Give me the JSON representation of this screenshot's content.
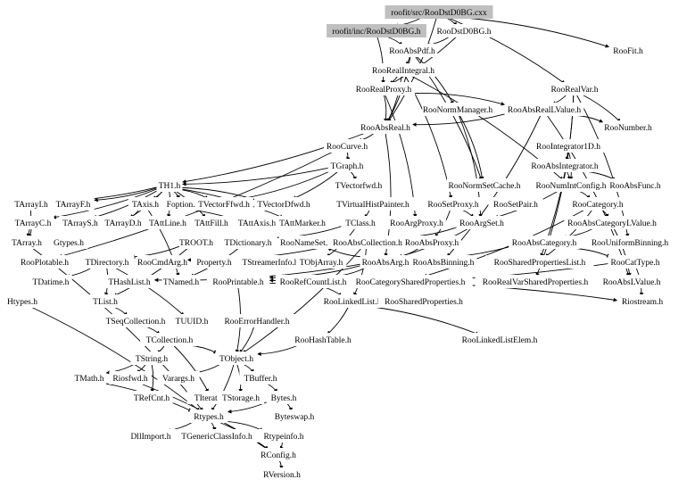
{
  "graph": {
    "nodes": [
      {
        "id": "cxx",
        "label": "roofit/src/RooDstD0BG.cxx",
        "highlight": true
      },
      {
        "id": "inc",
        "label": "roofit/inc/RooDstD0BG.h",
        "highlight": true
      },
      {
        "id": "RooDstD0BG",
        "label": "RooDstD0BG.h"
      },
      {
        "id": "RooAbsPdf",
        "label": "RooAbsPdf.h"
      },
      {
        "id": "RooFit",
        "label": "RooFit.h"
      },
      {
        "id": "RooRealIntegral",
        "label": "RooRealIntegral.h"
      },
      {
        "id": "RooRealProxy",
        "label": "RooRealProxy.h"
      },
      {
        "id": "RooRealVar",
        "label": "RooRealVar.h"
      },
      {
        "id": "RooNormManager",
        "label": "RooNormManager.h"
      },
      {
        "id": "RooAbsRealLValue",
        "label": "RooAbsRealLValue.h"
      },
      {
        "id": "RooAbsReal",
        "label": "RooAbsReal.h"
      },
      {
        "id": "RooNumber",
        "label": "RooNumber.h"
      },
      {
        "id": "RooCurve",
        "label": "RooCurve.h"
      },
      {
        "id": "RooIntegrator1D",
        "label": "RooIntegrator1D.h"
      },
      {
        "id": "TGraph",
        "label": "TGraph.h"
      },
      {
        "id": "RooAbsIntegrator",
        "label": "RooAbsIntegrator.h"
      },
      {
        "id": "TH1",
        "label": "TH1.h"
      },
      {
        "id": "TVectorfwd",
        "label": "TVectorfwd.h"
      },
      {
        "id": "RooNormSetCache",
        "label": "RooNormSetCache.h"
      },
      {
        "id": "RooNumIntConfig",
        "label": "RooNumIntConfig.h"
      },
      {
        "id": "RooAbsFunc",
        "label": "RooAbsFunc.h"
      },
      {
        "id": "TArrayI",
        "label": "TArrayI.h"
      },
      {
        "id": "TArrayF",
        "label": "TArrayF.h"
      },
      {
        "id": "TAxis",
        "label": "TAxis.h"
      },
      {
        "id": "Foption",
        "label": "Foption.h"
      },
      {
        "id": "TVectorFfwd",
        "label": "TVectorFfwd.h"
      },
      {
        "id": "TVectorDfwd",
        "label": "TVectorDfwd.h"
      },
      {
        "id": "TVirtualHistPainter",
        "label": "TVirtualHistPainter.h"
      },
      {
        "id": "RooSetProxy",
        "label": "RooSetProxy.h"
      },
      {
        "id": "RooSetPair",
        "label": "RooSetPair.h"
      },
      {
        "id": "RooCategory",
        "label": "RooCategory.h"
      },
      {
        "id": "TArrayC",
        "label": "TArrayC.h"
      },
      {
        "id": "TArrayS",
        "label": "TArrayS.h"
      },
      {
        "id": "TArrayD",
        "label": "TArrayD.h"
      },
      {
        "id": "TAttLine",
        "label": "TAttLine.h"
      },
      {
        "id": "TAttFill",
        "label": "TAttFill.h"
      },
      {
        "id": "TAttAxis",
        "label": "TAttAxis.h"
      },
      {
        "id": "TAttMarker",
        "label": "TAttMarker.h"
      },
      {
        "id": "TClass",
        "label": "TClass.h"
      },
      {
        "id": "RooArgProxy",
        "label": "RooArgProxy.h"
      },
      {
        "id": "RooArgSet",
        "label": "RooArgSet.h"
      },
      {
        "id": "RooAbsCategoryLValue",
        "label": "RooAbsCategoryLValue.h"
      },
      {
        "id": "TArray",
        "label": "TArray.h"
      },
      {
        "id": "Gtypes",
        "label": "Gtypes.h"
      },
      {
        "id": "TROOT",
        "label": "TROOT.h"
      },
      {
        "id": "TDictionary",
        "label": "TDictionary.h"
      },
      {
        "id": "RooNameSet",
        "label": "RooNameSet.h"
      },
      {
        "id": "RooAbsCollection",
        "label": "RooAbsCollection.h"
      },
      {
        "id": "RooAbsProxy",
        "label": "RooAbsProxy.h"
      },
      {
        "id": "RooAbsCategory",
        "label": "RooAbsCategory.h"
      },
      {
        "id": "RooUniformBinning",
        "label": "RooUniformBinning.h"
      },
      {
        "id": "RooPlotable",
        "label": "RooPlotable.h"
      },
      {
        "id": "TDirectory",
        "label": "TDirectory.h"
      },
      {
        "id": "RooCmdArg",
        "label": "RooCmdArg.h"
      },
      {
        "id": "Property",
        "label": "Property.h"
      },
      {
        "id": "TStreamerInfo",
        "label": "TStreamerInfo.h"
      },
      {
        "id": "TObjArray",
        "label": "TObjArray.h"
      },
      {
        "id": "RooAbsArg",
        "label": "RooAbsArg.h"
      },
      {
        "id": "RooAbsBinning",
        "label": "RooAbsBinning.h"
      },
      {
        "id": "RooSharedPropertiesList",
        "label": "RooSharedPropertiesList.h"
      },
      {
        "id": "RooCatType",
        "label": "RooCatType.h"
      },
      {
        "id": "TDatime",
        "label": "TDatime.h"
      },
      {
        "id": "THashList",
        "label": "THashList.h"
      },
      {
        "id": "TNamed",
        "label": "TNamed.h"
      },
      {
        "id": "RooPrintable",
        "label": "RooPrintable.h"
      },
      {
        "id": "RooRefCountList",
        "label": "RooRefCountList.h"
      },
      {
        "id": "RooCategorySharedProperties",
        "label": "RooCategorySharedProperties.h"
      },
      {
        "id": "RooRealVarSharedProperties",
        "label": "RooRealVarSharedProperties.h"
      },
      {
        "id": "RooAbsLValue",
        "label": "RooAbsLValue.h"
      },
      {
        "id": "Htypes",
        "label": "Htypes.h"
      },
      {
        "id": "TList",
        "label": "TList.h"
      },
      {
        "id": "RooLinkedList",
        "label": "RooLinkedList.h"
      },
      {
        "id": "RooSharedProperties",
        "label": "RooSharedProperties.h"
      },
      {
        "id": "Riostream",
        "label": "Riostream.h"
      },
      {
        "id": "TSeqCollection",
        "label": "TSeqCollection.h"
      },
      {
        "id": "TUUID",
        "label": "TUUID.h"
      },
      {
        "id": "RooErrorHandler",
        "label": "RooErrorHandler.h"
      },
      {
        "id": "TCollection",
        "label": "TCollection.h"
      },
      {
        "id": "RooHashTable",
        "label": "RooHashTable.h"
      },
      {
        "id": "RooLinkedListElem",
        "label": "RooLinkedListElem.h"
      },
      {
        "id": "TString",
        "label": "TString.h"
      },
      {
        "id": "TObject",
        "label": "TObject.h"
      },
      {
        "id": "TMath",
        "label": "TMath.h"
      },
      {
        "id": "Riosfwd",
        "label": "Riosfwd.h"
      },
      {
        "id": "Varargs",
        "label": "Varargs.h"
      },
      {
        "id": "TBuffer",
        "label": "TBuffer.h"
      },
      {
        "id": "TRefCnt",
        "label": "TRefCnt.h"
      },
      {
        "id": "TIterator",
        "label": "TIterator.h"
      },
      {
        "id": "TStorage",
        "label": "TStorage.h"
      },
      {
        "id": "Bytes",
        "label": "Bytes.h"
      },
      {
        "id": "Rtypes",
        "label": "Rtypes.h"
      },
      {
        "id": "Byteswap",
        "label": "Byteswap.h"
      },
      {
        "id": "DllImport",
        "label": "DllImport.h"
      },
      {
        "id": "TGenericClassInfo",
        "label": "TGenericClassInfo.h"
      },
      {
        "id": "Rtypeinfo",
        "label": "Rtypeinfo.h"
      },
      {
        "id": "RConfig",
        "label": "RConfig.h"
      },
      {
        "id": "RVersion",
        "label": "RVersion.h"
      }
    ],
    "edges": [
      [
        "cxx",
        "inc"
      ],
      [
        "cxx",
        "RooDstD0BG"
      ],
      [
        "cxx",
        "RooFit"
      ],
      [
        "cxx",
        "RooRealVar"
      ],
      [
        "cxx",
        "RooAbsReal"
      ],
      [
        "inc",
        "RooAbsPdf"
      ],
      [
        "inc",
        "RooRealProxy"
      ],
      [
        "RooDstD0BG",
        "RooAbsPdf"
      ],
      [
        "RooDstD0BG",
        "RooRealProxy"
      ],
      [
        "RooAbsPdf",
        "RooRealIntegral"
      ],
      [
        "RooAbsPdf",
        "RooNormManager"
      ],
      [
        "RooAbsPdf",
        "RooAbsReal"
      ],
      [
        "RooAbsPdf",
        "RooNormSetCache"
      ],
      [
        "RooRealIntegral",
        "RooRealProxy"
      ],
      [
        "RooRealIntegral",
        "RooAbsReal"
      ],
      [
        "RooRealIntegral",
        "RooSetProxy"
      ],
      [
        "RooRealIntegral",
        "RooNumIntConfig"
      ],
      [
        "RooRealProxy",
        "RooAbsRealLValue"
      ],
      [
        "RooRealProxy",
        "RooArgProxy"
      ],
      [
        "RooRealProxy",
        "RooAbsReal"
      ],
      [
        "RooRealVar",
        "RooAbsRealLValue"
      ],
      [
        "RooRealVar",
        "RooNumber"
      ],
      [
        "RooRealVar",
        "RooUniformBinning"
      ],
      [
        "RooRealVar",
        "RooSharedPropertiesList"
      ],
      [
        "RooRealVar",
        "RooRealVarSharedProperties"
      ],
      [
        "RooNormManager",
        "RooNormSetCache"
      ],
      [
        "RooNormManager",
        "RooArgSet"
      ],
      [
        "RooAbsRealLValue",
        "RooAbsReal"
      ],
      [
        "RooAbsRealLValue",
        "RooNumber"
      ],
      [
        "RooAbsRealLValue",
        "RooAbsLValue"
      ],
      [
        "RooAbsRealLValue",
        "RooAbsBinning"
      ],
      [
        "RooAbsReal",
        "RooCurve"
      ],
      [
        "RooAbsReal",
        "RooAbsArg"
      ],
      [
        "RooAbsReal",
        "TH1"
      ],
      [
        "RooCurve",
        "TGraph"
      ],
      [
        "RooCurve",
        "RooPlotable"
      ],
      [
        "TGraph",
        "TH1"
      ],
      [
        "TGraph",
        "TVectorFfwd"
      ],
      [
        "TGraph",
        "TVectorDfwd"
      ],
      [
        "TGraph",
        "TVectorfwd"
      ],
      [
        "RooIntegrator1D",
        "RooAbsIntegrator"
      ],
      [
        "RooIntegrator1D",
        "RooNumIntConfig"
      ],
      [
        "RooAbsIntegrator",
        "RooAbsFunc"
      ],
      [
        "RooAbsIntegrator",
        "RooNumIntConfig"
      ],
      [
        "RooNumIntConfig",
        "RooCategory"
      ],
      [
        "RooNumIntConfig",
        "RooArgSet"
      ],
      [
        "RooCategory",
        "RooAbsCategoryLValue"
      ],
      [
        "RooCategory",
        "RooSharedPropertiesList"
      ],
      [
        "RooCategory",
        "RooCategorySharedProperties"
      ],
      [
        "RooAbsCategoryLValue",
        "RooAbsCategory"
      ],
      [
        "RooAbsCategoryLValue",
        "RooAbsLValue"
      ],
      [
        "RooAbsCategory",
        "RooCatType"
      ],
      [
        "RooAbsCategory",
        "RooAbsArg"
      ],
      [
        "RooCatType",
        "RooPrintable"
      ],
      [
        "RooCatType",
        "Riostream"
      ],
      [
        "TH1",
        "TAxis"
      ],
      [
        "TH1",
        "Foption"
      ],
      [
        "TH1",
        "TVectorFfwd"
      ],
      [
        "TH1",
        "TVectorDfwd"
      ],
      [
        "TH1",
        "TArrayI"
      ],
      [
        "TH1",
        "TArrayF"
      ],
      [
        "TH1",
        "TArrayC"
      ],
      [
        "TH1",
        "TArrayS"
      ],
      [
        "TH1",
        "TArrayD"
      ],
      [
        "TH1",
        "TAttLine"
      ],
      [
        "TH1",
        "TAttFill"
      ],
      [
        "TH1",
        "TAttMarker"
      ],
      [
        "TAxis",
        "TAttAxis"
      ],
      [
        "TAxis",
        "TArrayD"
      ],
      [
        "TAxis",
        "TNamed"
      ],
      [
        "TArrayC",
        "TArray"
      ],
      [
        "TArrayI",
        "TArray"
      ],
      [
        "TArray",
        "Rtypes"
      ],
      [
        "TVirtualHistPainter",
        "TClass"
      ],
      [
        "TClass",
        "TDictionary"
      ],
      [
        "TClass",
        "TObjArray"
      ],
      [
        "TDictionary",
        "TNamed"
      ],
      [
        "TROOT",
        "TDirectory"
      ],
      [
        "TROOT",
        "TList"
      ],
      [
        "TDirectory",
        "TDatime"
      ],
      [
        "TDirectory",
        "TUUID"
      ],
      [
        "TDirectory",
        "TList"
      ],
      [
        "RooSetProxy",
        "RooArgSet"
      ],
      [
        "RooSetProxy",
        "RooAbsProxy"
      ],
      [
        "RooArgSet",
        "RooAbsCollection"
      ],
      [
        "RooArgSet",
        "RooAbsArg"
      ],
      [
        "RooAbsCollection",
        "TObject"
      ],
      [
        "RooAbsCollection",
        "RooLinkedList"
      ],
      [
        "RooAbsCollection",
        "RooCmdArg"
      ],
      [
        "RooAbsArg",
        "RooNameSet"
      ],
      [
        "RooAbsArg",
        "RooRefCountList"
      ],
      [
        "RooAbsArg",
        "RooPrintable"
      ],
      [
        "RooAbsArg",
        "THashList"
      ],
      [
        "RooAbsProxy",
        "RooAbsArg"
      ],
      [
        "RooRefCountList",
        "RooLinkedList"
      ],
      [
        "RooLinkedList",
        "RooHashTable"
      ],
      [
        "RooLinkedList",
        "RooLinkedListElem"
      ],
      [
        "RooHashTable",
        "TObject"
      ],
      [
        "RooErrorHandler",
        "TObject"
      ],
      [
        "RooPrintable",
        "Riostream"
      ],
      [
        "RooPrintable",
        "TObject"
      ],
      [
        "TList",
        "TSeqCollection"
      ],
      [
        "TSeqCollection",
        "TCollection"
      ],
      [
        "TCollection",
        "TObject"
      ],
      [
        "TCollection",
        "TIterator"
      ],
      [
        "TCollection",
        "TString"
      ],
      [
        "TString",
        "TRefCnt"
      ],
      [
        "TString",
        "Riosfwd"
      ],
      [
        "TString",
        "TMath"
      ],
      [
        "TObject",
        "Rtypes"
      ],
      [
        "TObject",
        "TStorage"
      ],
      [
        "TObject",
        "Varargs"
      ],
      [
        "TObject",
        "TBuffer"
      ],
      [
        "TBuffer",
        "Bytes"
      ],
      [
        "Bytes",
        "Byteswap"
      ],
      [
        "Bytes",
        "Rtypes"
      ],
      [
        "Rtypes",
        "RConfig"
      ],
      [
        "Rtypes",
        "DllImport"
      ],
      [
        "Rtypes",
        "TGenericClassInfo"
      ],
      [
        "Rtypes",
        "Rtypeinfo"
      ],
      [
        "Rtypeinfo",
        "RConfig"
      ],
      [
        "RConfig",
        "RVersion"
      ],
      [
        "Htypes",
        "Rtypes"
      ],
      [
        "TMath",
        "Rtypes"
      ],
      [
        "Riosfwd",
        "RConfig"
      ]
    ],
    "colors": {
      "highlight_fill": "#bfbfbf",
      "edge": "#000000",
      "text": "#000000"
    }
  }
}
